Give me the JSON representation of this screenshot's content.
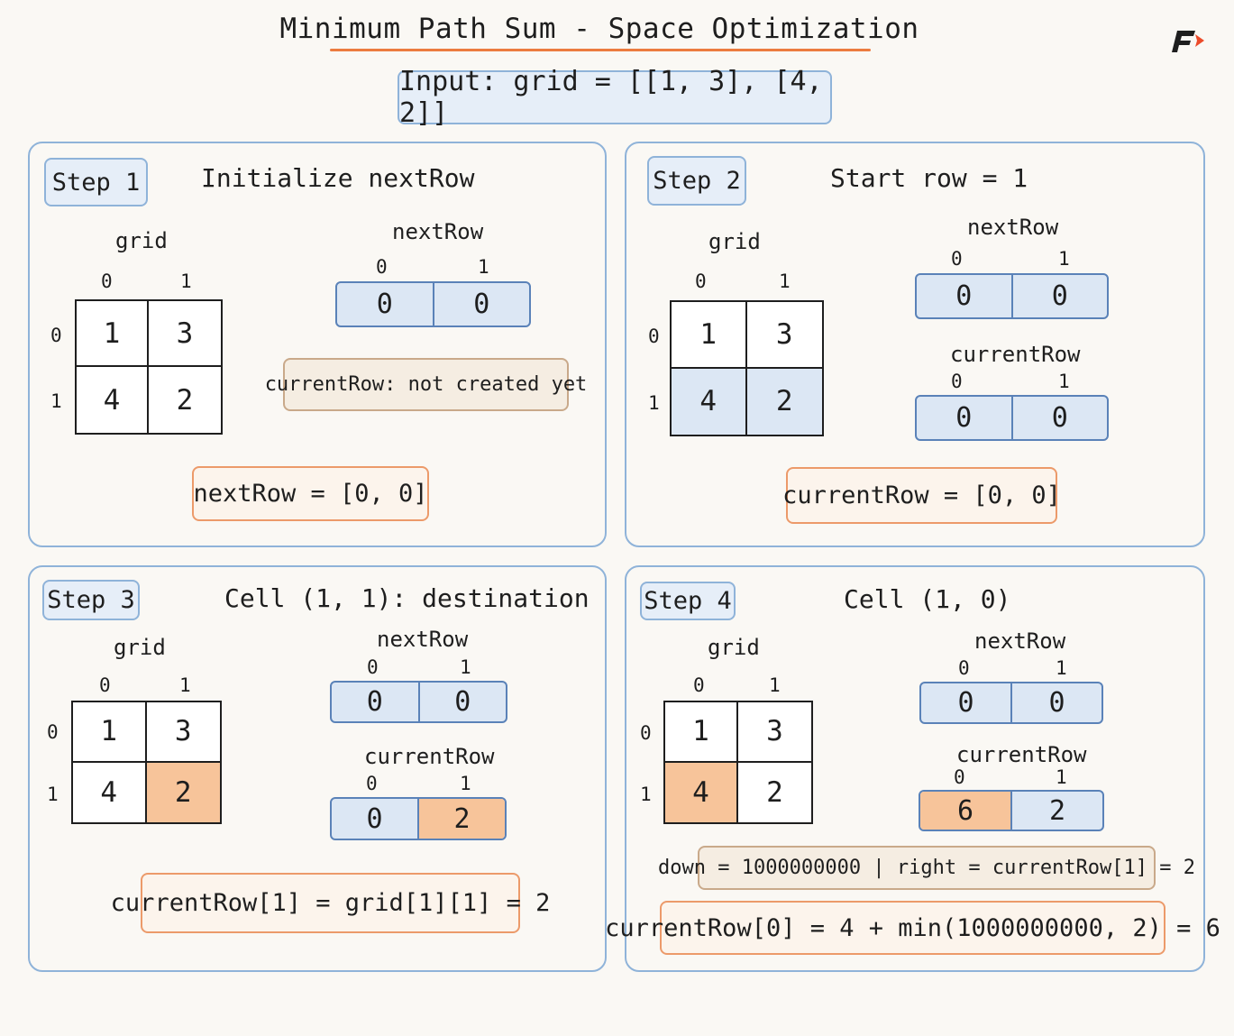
{
  "title": "Minimum Path Sum - Space Optimization",
  "input": "Input: grid = [[1, 3], [4, 2]]",
  "colors": {
    "accent": "#ec7b3f",
    "panel_border": "#8fb3d9",
    "blue_fill": "#dce7f4",
    "orange_fill": "#f7c49a"
  },
  "logo_icon": "brand-f-logo",
  "steps": [
    {
      "badge": "Step 1",
      "heading": "Initialize nextRow",
      "grid_label": "grid",
      "col_idx": [
        "0",
        "1"
      ],
      "row_idx": [
        "0",
        "1"
      ],
      "grid": [
        [
          "1",
          "3"
        ],
        [
          "4",
          "2"
        ]
      ],
      "next_label": "nextRow",
      "next_idx": [
        "0",
        "1"
      ],
      "next_row": [
        "0",
        "0"
      ],
      "note": "currentRow: not created yet",
      "formula": "nextRow = [0, 0]"
    },
    {
      "badge": "Step 2",
      "heading": "Start row = 1",
      "grid_label": "grid",
      "col_idx": [
        "0",
        "1"
      ],
      "row_idx": [
        "0",
        "1"
      ],
      "grid": [
        [
          "1",
          "3"
        ],
        [
          "4",
          "2"
        ]
      ],
      "next_label": "nextRow",
      "next_idx": [
        "0",
        "1"
      ],
      "next_row": [
        "0",
        "0"
      ],
      "cur_label": "currentRow",
      "cur_idx": [
        "0",
        "1"
      ],
      "cur_row": [
        "0",
        "0"
      ],
      "formula": "currentRow = [0, 0]"
    },
    {
      "badge": "Step 3",
      "heading": "Cell (1, 1): destination",
      "grid_label": "grid",
      "col_idx": [
        "0",
        "1"
      ],
      "row_idx": [
        "0",
        "1"
      ],
      "grid": [
        [
          "1",
          "3"
        ],
        [
          "4",
          "2"
        ]
      ],
      "next_label": "nextRow",
      "next_idx": [
        "0",
        "1"
      ],
      "next_row": [
        "0",
        "0"
      ],
      "cur_label": "currentRow",
      "cur_idx": [
        "0",
        "1"
      ],
      "cur_row": [
        "0",
        "2"
      ],
      "formula": "currentRow[1] = grid[1][1] = 2"
    },
    {
      "badge": "Step 4",
      "heading": "Cell (1, 0)",
      "grid_label": "grid",
      "col_idx": [
        "0",
        "1"
      ],
      "row_idx": [
        "0",
        "1"
      ],
      "grid": [
        [
          "1",
          "3"
        ],
        [
          "4",
          "2"
        ]
      ],
      "next_label": "nextRow",
      "next_idx": [
        "0",
        "1"
      ],
      "next_row": [
        "0",
        "0"
      ],
      "cur_label": "currentRow",
      "cur_idx": [
        "0",
        "1"
      ],
      "cur_row": [
        "6",
        "2"
      ],
      "note": "down = 1000000000 | right = currentRow[1] = 2",
      "formula": "currentRow[0] = 4 + min(1000000000, 2) = 6"
    }
  ]
}
